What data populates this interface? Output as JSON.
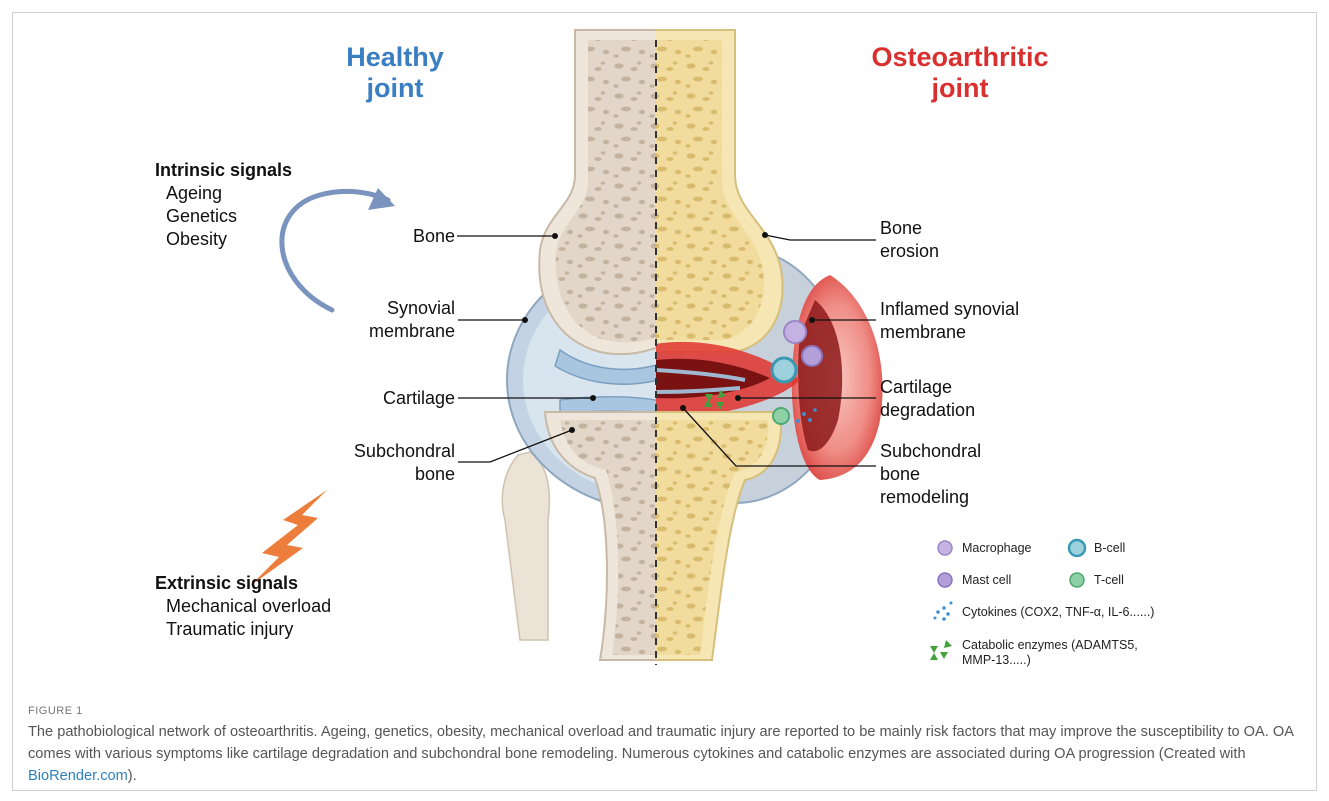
{
  "figure": {
    "healthy_title": [
      "Healthy",
      "joint"
    ],
    "oa_title": [
      "Osteoarthritic",
      "joint"
    ],
    "intrinsic": {
      "heading": "Intrinsic signals",
      "items": [
        "Ageing",
        "Genetics",
        "Obesity"
      ]
    },
    "extrinsic": {
      "heading": "Extrinsic signals",
      "items": [
        "Mechanical overload",
        "Traumatic injury"
      ]
    },
    "left_labels": {
      "bone": "Bone",
      "synovial": [
        "Synovial",
        "membrane"
      ],
      "cartilage": "Cartilage",
      "subchondral": [
        "Subchondral",
        "bone"
      ]
    },
    "right_labels": {
      "bone_erosion": [
        "Bone",
        "erosion"
      ],
      "inflamed": [
        "Inflamed synovial",
        "membrane"
      ],
      "cart_deg": [
        "Cartilage",
        "degradation"
      ],
      "sub_remodel": [
        "Subchondral",
        "bone",
        "remodeling"
      ]
    },
    "legend": {
      "macrophage": "Macrophage",
      "b_cell": "B-cell",
      "mast_cell": "Mast cell",
      "t_cell": "T-cell",
      "cytokines": "Cytokines (COX2, TNF-α, IL-6......)",
      "enzymes": [
        "Catabolic enzymes (ADAMTS5,",
        "MMP-13.....)"
      ]
    },
    "colors": {
      "healthy": "#3a7fc3",
      "oa": "#d9302f",
      "arrow": "#7b93bf",
      "lightning": "#ec7d3a"
    }
  },
  "caption": {
    "label": "FIGURE 1",
    "text": "The pathobiological network of osteoarthritis. Ageing, genetics, obesity, mechanical overload and traumatic injury are reported to be mainly risk factors that may improve the susceptibility to OA. OA comes with various symptoms like cartilage degradation and subchondral bone remodeling. Numerous cytokines and catabolic enzymes are associated during OA progression (Created with ",
    "link": "BioRender.com",
    "end": ")."
  }
}
